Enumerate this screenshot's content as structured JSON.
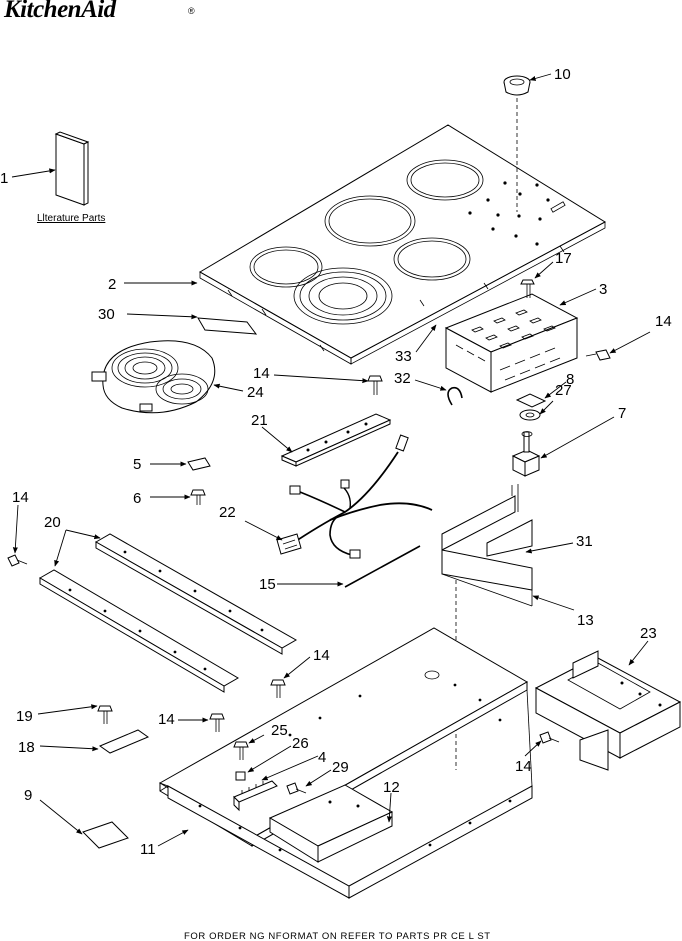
{
  "brand": {
    "name": "KitchenAid",
    "mark": "®"
  },
  "literature_label": "Llterature Parts",
  "footer_text": "FOR ORDER NG  NFORMAT ON REFER TO PARTS PR CE L ST",
  "callouts": {
    "c1": "1",
    "c2": "2",
    "c3": "3",
    "c4": "4",
    "c5": "5",
    "c6": "6",
    "c7": "7",
    "c8": "8",
    "c9": "9",
    "c10": "10",
    "c11": "11",
    "c12": "12",
    "c13": "13",
    "c14a": "14",
    "c14b": "14",
    "c14c": "14",
    "c14d": "14",
    "c14e": "14",
    "c14f": "14",
    "c15": "15",
    "c17": "17",
    "c18": "18",
    "c19": "19",
    "c20": "20",
    "c21": "21",
    "c22": "22",
    "c23": "23",
    "c24": "24",
    "c25": "25",
    "c26": "26",
    "c27": "27",
    "c29": "29",
    "c30": "30",
    "c31": "31",
    "c32": "32",
    "c33": "33"
  }
}
